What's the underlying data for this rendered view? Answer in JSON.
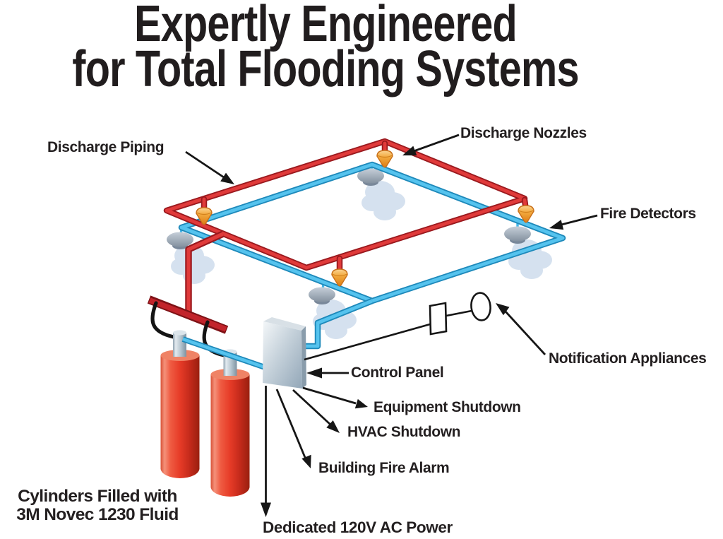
{
  "title": {
    "line1": "Expertly Engineered",
    "line2": "for Total Flooding Systems"
  },
  "labels": {
    "discharge_piping": "Discharge Piping",
    "discharge_nozzles": "Discharge Nozzles",
    "fire_detectors": "Fire Detectors",
    "notification_appliances": "Notification Appliances",
    "control_panel": "Control Panel",
    "equipment_shutdown": "Equipment Shutdown",
    "hvac_shutdown": "HVAC Shutdown",
    "building_fire_alarm": "Building Fire Alarm",
    "dedicated_power": "Dedicated 120V AC Power",
    "cylinders_line1": "Cylinders Filled with",
    "cylinders_line2": "3M Novec 1230 Fluid"
  },
  "figure": {
    "discharge_nozzle_count": 4,
    "fire_detector_count": 4,
    "cylinder_count": 2,
    "notification_appliance_count": 2
  },
  "colors": {
    "pipe_red": "#d2232a",
    "pipe_red_edge": "#9a191e",
    "pipe_blue": "#55c3ee",
    "pipe_blue_edge": "#1e89ba",
    "nozzle_orange": "#f0a03a",
    "cylinder_red": "#e63b27",
    "panel_gray": "#c6d2db",
    "detector_gray": "#9aa7b6",
    "text": "#231f20",
    "background": "#ffffff"
  }
}
